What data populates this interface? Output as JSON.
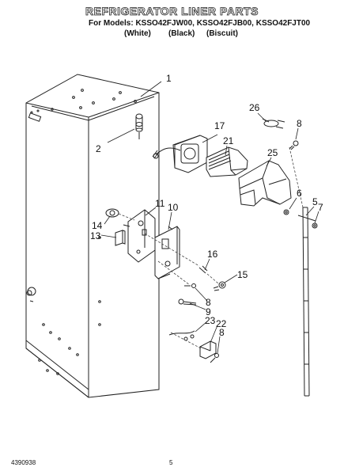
{
  "header": {
    "title": "REFRIGERATOR LINER PARTS",
    "models": "For Models: KSSO42FJW00, KSSO42FJB00, KSSO42FJT00",
    "colors": [
      "(White)",
      "(Black)",
      "(Biscuit)"
    ]
  },
  "callouts": [
    "1",
    "2",
    "26",
    "8",
    "17",
    "21",
    "25",
    "11",
    "10",
    "14",
    "13",
    "6",
    "5",
    "7",
    "16",
    "15",
    "8",
    "9",
    "23",
    "22",
    "8"
  ],
  "footer": {
    "doc_number": "4390938",
    "page_number": "5"
  }
}
